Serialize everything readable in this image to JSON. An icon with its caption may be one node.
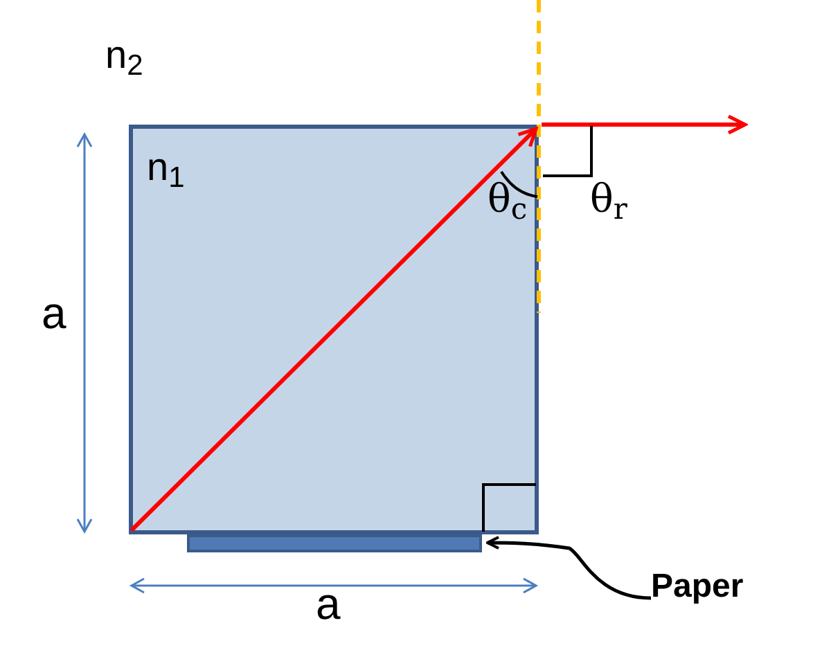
{
  "diagram": {
    "nodes": [
      {
        "text": [
          "n$_{1}$"
        ]
      },
      {
        "text": [],
        "shape": "bar"
      },
      {
        "text": [
          "Paper"
        ]
      }
    ],
    "edges": [
      {
        "from": 2,
        "to": 1,
        "arrow": "to"
      }
    ],
    "labels": [
      "n$_{2}$",
      "θ$_{c}$",
      "θ$_{r}$",
      "a",
      "a"
    ]
  }
}
